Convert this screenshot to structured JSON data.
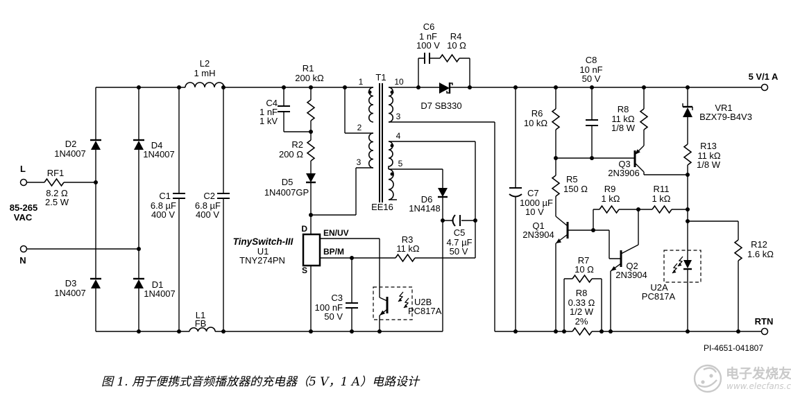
{
  "figure": {
    "caption": "图 1. 用于便携式音频播放器的充电器（5 V，1 A）电路设计",
    "doc_number": "PI-4651-041807",
    "watermark": {
      "brand": "电子发烧友",
      "url": "www.elecfans.com"
    }
  },
  "io": {
    "line": "L",
    "neutral": "N",
    "input_range_1": "85-265",
    "input_range_2": "VAC",
    "output": "5 V/1 A",
    "return": "RTN"
  },
  "ic": {
    "brand": "TinySwitch-III",
    "ref": "U1",
    "part": "TNY274PN",
    "pin_d": "D",
    "pin_s": "S",
    "pin_en": "EN/UV",
    "pin_bp": "BP/M"
  },
  "transformer": {
    "ref": "T1",
    "core": "EE16",
    "pin1": "1",
    "pin2": "2",
    "pin3": "3",
    "pin10": "10",
    "sec3": "3",
    "pin4": "4",
    "pin5": "5"
  },
  "components": {
    "rf1": {
      "ref": "RF1",
      "v1": "8.2 Ω",
      "v2": "2.5 W"
    },
    "d1": {
      "ref": "D1",
      "part": "1N4007"
    },
    "d2": {
      "ref": "D2",
      "part": "1N4007"
    },
    "d3": {
      "ref": "D3",
      "part": "1N4007"
    },
    "d4": {
      "ref": "D4",
      "part": "1N4007"
    },
    "d5": {
      "ref": "D5",
      "part": "1N4007GP"
    },
    "d6": {
      "ref": "D6",
      "part": "1N4148"
    },
    "d7": {
      "ref": "D7 SB330"
    },
    "vr1": {
      "ref": "VR1",
      "part": "BZX79-B4V3"
    },
    "c1": {
      "ref": "C1",
      "v1": "6.8 µF",
      "v2": "400 V"
    },
    "c2": {
      "ref": "C2",
      "v1": "6.8 µF",
      "v2": "400 V"
    },
    "c3": {
      "ref": "C3",
      "v1": "100 nF",
      "v2": "50 V"
    },
    "c4": {
      "ref": "C4",
      "v1": "1 nF",
      "v2": "1 kV"
    },
    "c5": {
      "ref": "C5",
      "v1": "4.7 µF",
      "v2": "50 V"
    },
    "c6": {
      "ref": "C6",
      "v1": "1 nF",
      "v2": "100 V"
    },
    "c7": {
      "ref": "C7",
      "v1": "1000 µF",
      "v2": "10 V"
    },
    "c8": {
      "ref": "C8",
      "v1": "10 nF",
      "v2": "50 V"
    },
    "l1": {
      "ref": "L1",
      "v1": "FB"
    },
    "l2": {
      "ref": "L2",
      "v1": "1 mH"
    },
    "r1": {
      "ref": "R1",
      "v1": "200 kΩ"
    },
    "r2": {
      "ref": "R2",
      "v1": "200 Ω"
    },
    "r3": {
      "ref": "R3",
      "v1": "11 kΩ"
    },
    "r4": {
      "ref": "R4",
      "v1": "10 Ω"
    },
    "r5": {
      "ref": "R5",
      "v1": "150 Ω"
    },
    "r6": {
      "ref": "R6",
      "v1": "10 kΩ"
    },
    "r7": {
      "ref": "R7",
      "v1": "10 Ω"
    },
    "r8a": {
      "ref": "R8",
      "v1": "11 kΩ",
      "v2": "1/8 W"
    },
    "r8b": {
      "ref": "R8",
      "v1": "0.33 Ω",
      "v2": "1/2 W",
      "v3": "2%"
    },
    "r9": {
      "ref": "R9",
      "v1": "1 kΩ"
    },
    "r11": {
      "ref": "R11",
      "v1": "1 kΩ"
    },
    "r12": {
      "ref": "R12",
      "v1": "1.6 kΩ"
    },
    "r13": {
      "ref": "R13",
      "v1": "11 kΩ",
      "v2": "1/8 W"
    },
    "q1": {
      "ref": "Q1",
      "part": "2N3904"
    },
    "q2": {
      "ref": "Q2",
      "part": "2N3904"
    },
    "q3": {
      "ref": "Q3",
      "part": "2N3906"
    },
    "u2a": {
      "ref": "U2A",
      "part": "PC817A"
    },
    "u2b": {
      "ref": "U2B",
      "part": "PC817A"
    }
  }
}
